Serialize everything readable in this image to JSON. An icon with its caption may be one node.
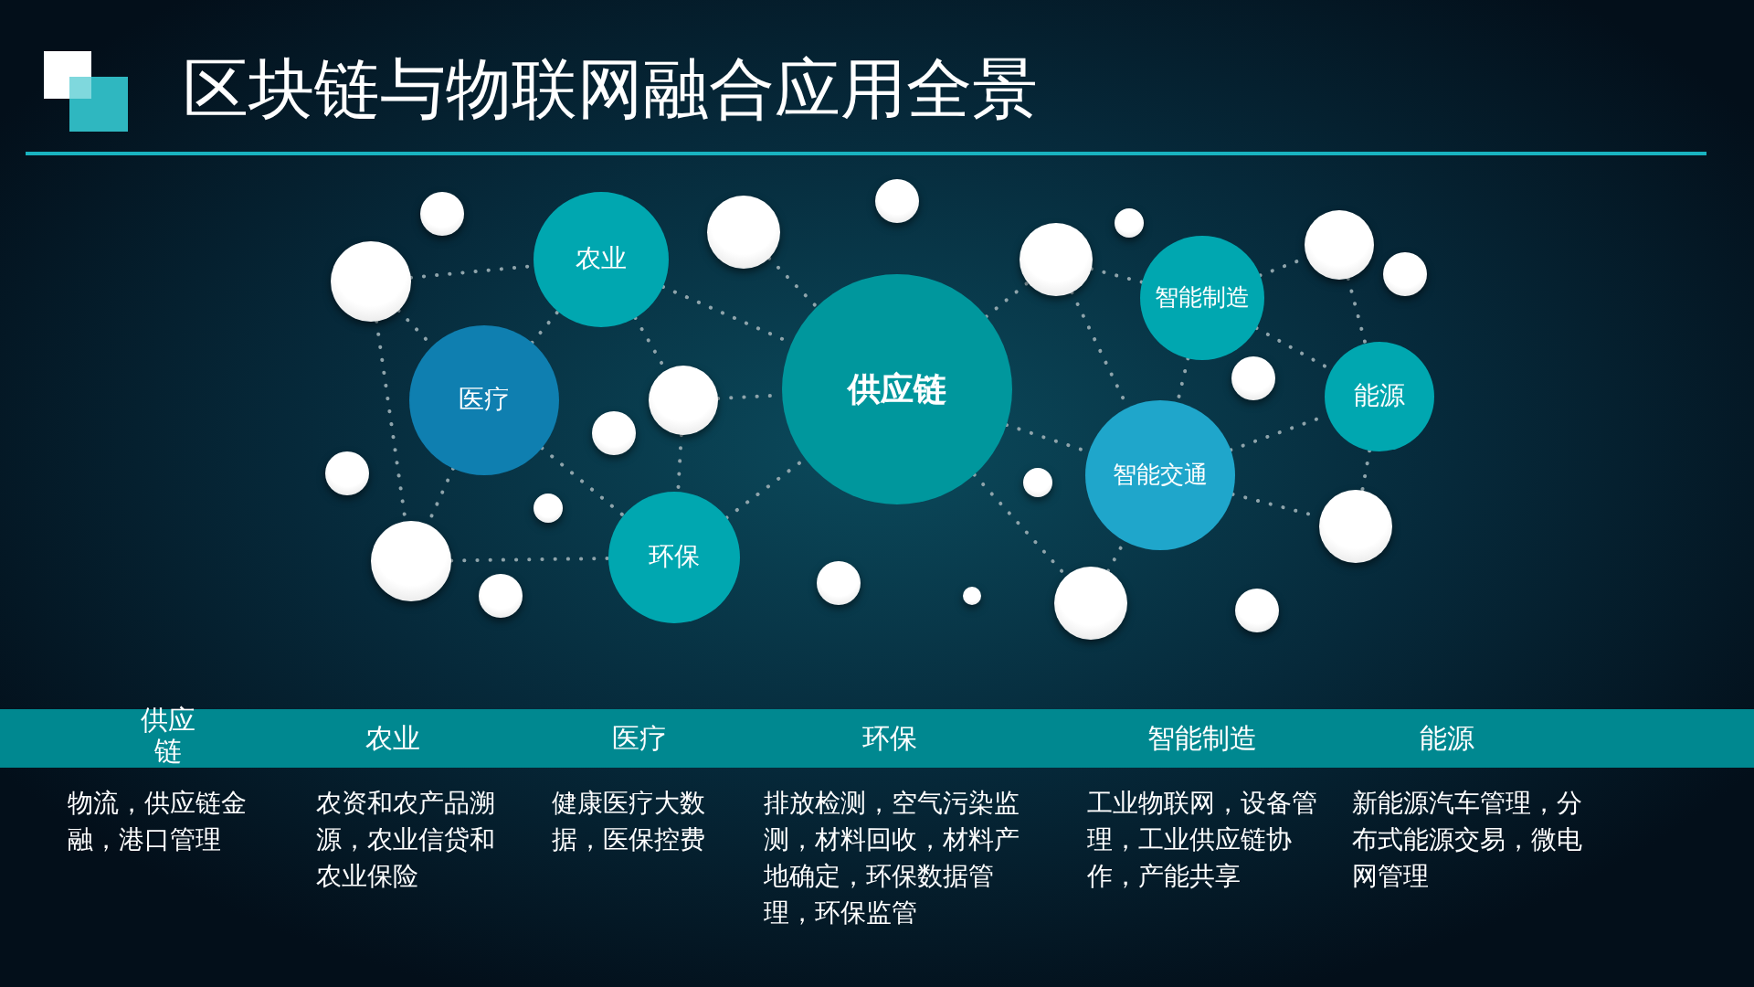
{
  "diagram": {
    "title": "区块链与物联网融合应用全景",
    "nodes": [
      {
        "text": [
          "农业"
        ]
      },
      {
        "text": [
          "医疗"
        ]
      },
      {
        "text": [
          "环保"
        ]
      },
      {
        "text": [
          "供应链"
        ]
      },
      {
        "text": [
          "智能制造"
        ]
      },
      {
        "text": [
          "智能交通"
        ]
      },
      {
        "text": [
          "能源"
        ]
      },
      {
        "text": [],
        "shape": "circle"
      },
      {
        "text": [],
        "shape": "circle"
      },
      {
        "text": [],
        "shape": "circle"
      },
      {
        "text": [],
        "shape": "circle"
      },
      {
        "text": [],
        "shape": "circle"
      },
      {
        "text": [],
        "shape": "circle"
      },
      {
        "text": [],
        "shape": "circle"
      },
      {
        "text": [],
        "shape": "circle"
      },
      {
        "text": [],
        "shape": "circle"
      },
      {
        "text": [],
        "shape": "circle"
      },
      {
        "text": [],
        "shape": "circle"
      },
      {
        "text": [],
        "shape": "circle"
      },
      {
        "text": [],
        "shape": "circle"
      },
      {
        "text": [],
        "shape": "circle"
      },
      {
        "text": [],
        "shape": "circle"
      },
      {
        "text": [],
        "shape": "circle"
      },
      {
        "text": [],
        "shape": "circle"
      },
      {
        "text": [],
        "shape": "circle"
      },
      {
        "text": [],
        "shape": "circle"
      },
      {
        "text": [],
        "shape": "circle"
      },
      {
        "text": [],
        "shape": "circle"
      }
    ],
    "edges": [
      {
        "from": 8,
        "to": 0,
        "arrow": "none"
      },
      {
        "from": 8,
        "to": 1,
        "arrow": "none"
      },
      {
        "from": 8,
        "to": 9,
        "arrow": "none"
      },
      {
        "from": 1,
        "to": 0,
        "arrow": "none"
      },
      {
        "from": 0,
        "to": 14,
        "arrow": "none"
      },
      {
        "from": 0,
        "to": 3,
        "arrow": "none"
      },
      {
        "from": 15,
        "to": 3,
        "arrow": "none"
      },
      {
        "from": 14,
        "to": 3,
        "arrow": "none"
      },
      {
        "from": 14,
        "to": 2,
        "arrow": "none"
      },
      {
        "from": 1,
        "to": 9,
        "arrow": "none"
      },
      {
        "from": 1,
        "to": 2,
        "arrow": "none"
      },
      {
        "from": 9,
        "to": 2,
        "arrow": "none"
      },
      {
        "from": 2,
        "to": 3,
        "arrow": "none"
      },
      {
        "from": 3,
        "to": 20,
        "arrow": "none"
      },
      {
        "from": 20,
        "to": 4,
        "arrow": "none"
      },
      {
        "from": 20,
        "to": 5,
        "arrow": "none"
      },
      {
        "from": 3,
        "to": 5,
        "arrow": "none"
      },
      {
        "from": 3,
        "to": 21,
        "arrow": "none"
      },
      {
        "from": 21,
        "to": 5,
        "arrow": "none"
      },
      {
        "from": 4,
        "to": 5,
        "arrow": "none"
      },
      {
        "from": 4,
        "to": 25,
        "arrow": "none"
      },
      {
        "from": 4,
        "to": 6,
        "arrow": "none"
      },
      {
        "from": 25,
        "to": 6,
        "arrow": "none"
      },
      {
        "from": 5,
        "to": 6,
        "arrow": "none"
      },
      {
        "from": 5,
        "to": 26,
        "arrow": "none"
      },
      {
        "from": 6,
        "to": 26,
        "arrow": "none"
      }
    ],
    "labels": [
      "供应链",
      "农业",
      "医疗",
      "环保",
      "智能制造",
      "能源",
      "物流，供应链金融，港口管理",
      "农资和农产品溯源，农业信贷和农业保险",
      "健康医疗大数据，医保控费",
      "排放检测，空气污染监测，材料回收，材料产地确定，环保数据管理，环保监管",
      "工业物联网，设备管理，工业供应链协作，产能共享",
      "新能源汽车管理，分布式能源交易，微电网管理"
    ]
  }
}
